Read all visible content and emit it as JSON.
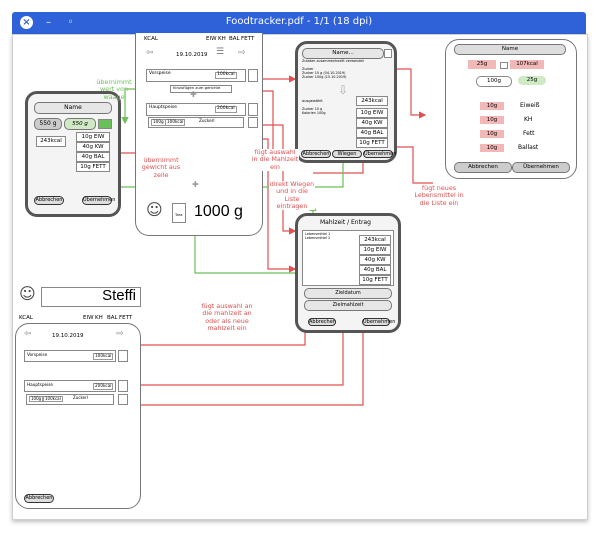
{
  "window": {
    "title": "Foodtracker.pdf - 1/1 (18 dpi)",
    "close_glyph": "×",
    "min_glyph": "–",
    "max_glyph": "◦"
  },
  "main_screen": {
    "header_cols": [
      "KCAL",
      "EIW",
      "KH",
      "BAL",
      "FETT"
    ],
    "date": "19.10.2019",
    "meal1": {
      "name": "Vorspeise",
      "kcal": "100kcal"
    },
    "add_hint": "hinzufügen zum gerichte",
    "meal2": {
      "name": "Hauptspeise",
      "kcal": "200kcal"
    },
    "entry": {
      "amount": "100g",
      "kcal": "100kcal",
      "name": "Zuckerl"
    },
    "weight": "1000 g",
    "scale_label": "Tara"
  },
  "name_panel": {
    "name": "Name",
    "weight": "550 g",
    "weight_btn": "550 g",
    "kcal": "243kcal",
    "nutrients": [
      "10g EIW",
      "40g KW",
      "40g BAL",
      "10g FETT"
    ],
    "cancel": "Abbrechen",
    "confirm": "Übernehmen"
  },
  "detail_panel": {
    "name": "Name...",
    "subtitle": "Zutaten zusammenhoellt verwendet",
    "lines": [
      "Zucker",
      "Zucker   10 g (04.10.2019)",
      "Zucker   100g (15.10.2019)"
    ],
    "section": "ausgewählt",
    "sub_lines": [
      "Zucker 10 g",
      "Kalorien 100g"
    ],
    "kcal": "243kcal",
    "nutrients": [
      "10g EIW",
      "40g KW",
      "40g BAL",
      "10g FETT"
    ],
    "buttons": [
      "Abbrechen",
      "Wiegen",
      "Übernehmen"
    ]
  },
  "meal_entry": {
    "title": "Mahlzeit / Entrag",
    "lines": [
      "Lebensmittel 1",
      "Lebensmittel 2"
    ],
    "kcal": "243kcal",
    "nutrients": [
      "10g EIW",
      "40g KW",
      "40g BAL",
      "10g FETT"
    ],
    "buttons": [
      "Zieldatum",
      "Zielmahlzeit"
    ],
    "cancel": "Abbrechen",
    "confirm": "Übernehmen"
  },
  "new_food": {
    "title": "Name",
    "amount": "25g",
    "kcal": "107kcal",
    "amount2": "100g",
    "right_val": "25g",
    "rows": [
      {
        "value": "10g",
        "label": "Eiweiß"
      },
      {
        "value": "10g",
        "label": "KH"
      },
      {
        "value": "10g",
        "label": "Fett"
      },
      {
        "value": "10g",
        "label": "Ballast"
      }
    ],
    "cancel": "Abbrechen",
    "confirm": "Übernehmen"
  },
  "user": {
    "name": "Steffi"
  },
  "bottom_screen": {
    "header_cols": [
      "KCAL",
      "EIW",
      "KH",
      "BAL",
      "FETT"
    ],
    "date": "19.10.2019",
    "meal1": {
      "name": "Vorspeise",
      "kcal": "100kcal"
    },
    "meal2": {
      "name": "Hauptspeise",
      "kcal": "200kcal"
    },
    "entry": {
      "amount": "100g",
      "kcal": "100kcal",
      "name": "Zuckerl"
    },
    "cancel": "Abbrechen"
  },
  "notes": {
    "green1": "übernimmt wert von waage",
    "red_center": "übernimmt gewicht aus zeile",
    "red_add1": "fügt auswahl in die Mahlzeit ein",
    "red_direct": "direkt Wiegen und in die Liste eintragen",
    "red_newfood": "fügt neues Lebensmittel in die Liste ein",
    "red_add2": "fügt auswahl an die mahlzeit an oder als neue mahlzeit ein"
  },
  "colors": {
    "titlebar": "#2f62d8",
    "red": "#e05050",
    "green": "#6bbf59",
    "pink": "#f2b7b7"
  }
}
